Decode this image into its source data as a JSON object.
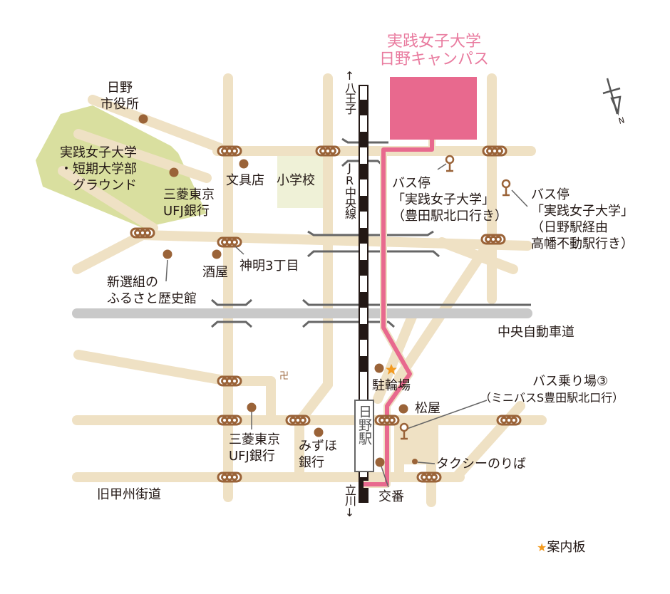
{
  "colors": {
    "road": "#efe1c4",
    "route": "#e8698e",
    "campus": "#e8698e",
    "campus_title": "#e97b9f",
    "ground": "#d9df9f",
    "school": "#eff1d7",
    "expressway": "#c9c9c9",
    "bridge_line": "#666666",
    "poi_dot": "#9a6338",
    "signal": "#9a6338",
    "star": "#f39a1e",
    "text": "#231815"
  },
  "campus": {
    "title_line1": "実践女子大学",
    "title_line2": "日野キャンパス"
  },
  "compass": {
    "label": "N"
  },
  "railway": {
    "name": "JR中央線",
    "north_direction": "↑八王子",
    "south_direction": "立川↓",
    "station": "日野駅"
  },
  "labels": {
    "city_hall_line1": "日野",
    "city_hall_line2": "市役所",
    "ground_line1": "実践女子大学",
    "ground_line2": "・短期大学部",
    "ground_line3": "グラウンド",
    "mufg_north_line1": "三菱東京",
    "mufg_north_line2": "UFJ銀行",
    "stationery": "文具店",
    "elementary_school": "小学校",
    "shinmei": "神明3丁目",
    "liquor_store": "酒屋",
    "shinsengumi_line1": "新選組の",
    "shinsengumi_line2": "ふるさと歴史館",
    "bus_stop_a_line1": "バス停",
    "bus_stop_a_line2": "「実践女子大学」",
    "bus_stop_a_line3": "（豊田駅北口行き）",
    "bus_stop_b_line1": "バス停",
    "bus_stop_b_line2": "「実践女子大学」",
    "bus_stop_b_line3": "（日野駅経由",
    "bus_stop_b_line4": "高幡不動駅行き）",
    "expressway": "中央自動車道",
    "bicycle_parking": "駐輪場",
    "matsuya": "松屋",
    "bus_platform_line1": "バス乗り場③",
    "bus_platform_line2": "（ミニバスS豊田駅北口行）",
    "mufg_south_line1": "三菱東京",
    "mufg_south_line2": "UFJ銀行",
    "mizuho_line1": "みずほ",
    "mizuho_line2": "銀行",
    "taxi": "タクシーのりば",
    "police_box": "交番",
    "old_koshu_road": "旧甲州街道",
    "temple_symbol": "卍"
  },
  "legend": {
    "star_icon": "★",
    "info_board": "案内板"
  }
}
